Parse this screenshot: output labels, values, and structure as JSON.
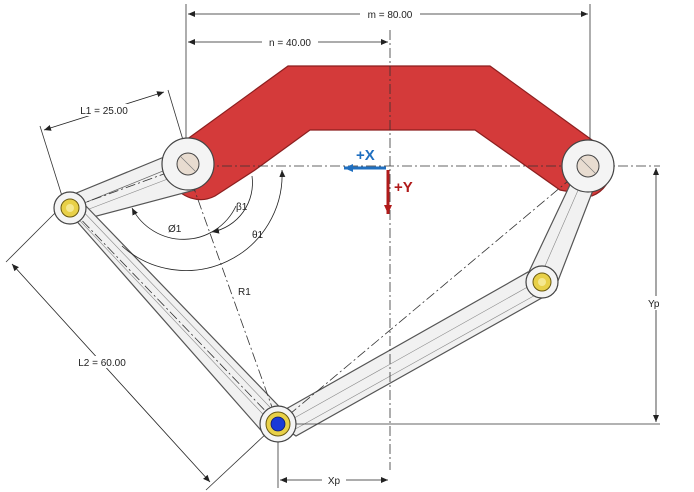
{
  "dimensions": {
    "m": "m = 80.00",
    "n": "n = 40.00",
    "l1": "L1 = 25.00",
    "l2": "L2 = 60.00",
    "phi1": "Ø1",
    "beta1": "β1",
    "theta1": "θ1",
    "r1": "R1",
    "xp": "Xp",
    "yp": "Yp"
  },
  "axes": {
    "x_label": "+X",
    "y_label": "+Y",
    "x_color": "#1f6fc0",
    "y_color": "#b01a1a"
  },
  "colors": {
    "base_link": "#d43a3a",
    "base_link_edge": "#8c1f1f",
    "pin_light": "#e8dcd0",
    "pin_yellow": "#e8d048",
    "end_effector": "#1a3ad8"
  }
}
